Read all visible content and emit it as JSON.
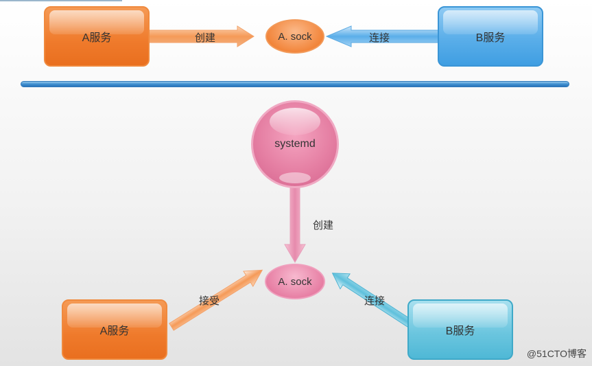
{
  "top": {
    "a_service": "A服务",
    "a_sock": "A. sock",
    "b_service": "B服务",
    "create_label": "创建",
    "connect_label": "连接"
  },
  "bottom": {
    "systemd": "systemd",
    "create_label": "创建",
    "a_sock": "A. sock",
    "accept_label": "接受",
    "connect_label": "连接",
    "a_service": "A服务",
    "b_service": "B服务"
  },
  "watermark": "@51CTO博客",
  "colors": {
    "orange": "#ef7a2b",
    "blue": "#4aa7e6",
    "pink": "#e57fa3",
    "cyan": "#5fc0dc",
    "divider": "#3f8fd0"
  }
}
